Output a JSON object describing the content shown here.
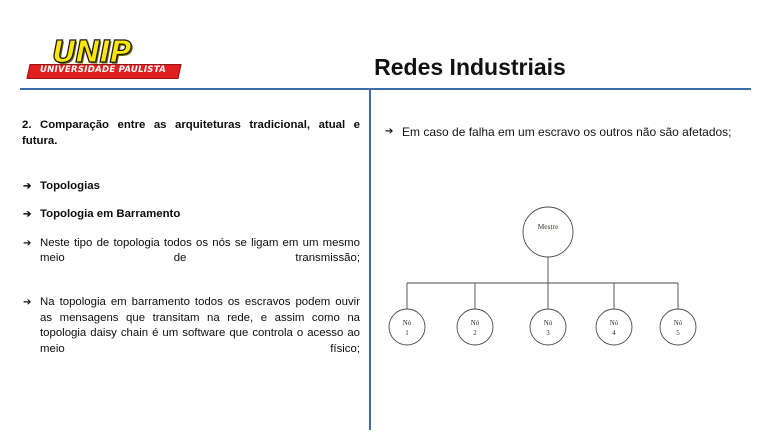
{
  "slide": {
    "title": "Redes Industriais",
    "logo": {
      "wordmark": "UNIP",
      "banner_text": "UNIVERSIDADE PAULISTA",
      "yellow": "#FFE800",
      "red": "#E02020"
    },
    "accent_color": "#3B6EA8"
  },
  "left_column": {
    "heading": "2. Comparação entre as arquiteturas tradicional, atual e futura.",
    "bullets": [
      {
        "arrow": "➔",
        "text": "Topologias",
        "bold": true
      },
      {
        "arrow": "➔",
        "text": "Topologia em Barramento",
        "bold": true
      },
      {
        "arrow": "➔",
        "text": "Neste tipo de topologia todos os nós se ligam em um mesmo meio de transmissão;",
        "bold": false
      },
      {
        "arrow": "➔",
        "text": "Na topologia em barramento todos os escravos podem ouvir as mensagens que transitam na rede, e assim como na topologia daisy chain é um software que controla o acesso ao meio físico;",
        "bold": false
      }
    ]
  },
  "right_column": {
    "bullets": [
      {
        "arrow": "➔",
        "text": "Em caso de falha em um escravo os outros não são afetados;"
      }
    ]
  },
  "diagram": {
    "type": "bus-topology",
    "master": {
      "label": "Mestre"
    },
    "nodes": [
      {
        "label": "Nó",
        "number": "1"
      },
      {
        "label": "Nó",
        "number": "2"
      },
      {
        "label": "Nó",
        "number": "3"
      },
      {
        "label": "Nó",
        "number": "4"
      },
      {
        "label": "Nó",
        "number": "5"
      }
    ],
    "line_color": "#4a4a4a"
  }
}
